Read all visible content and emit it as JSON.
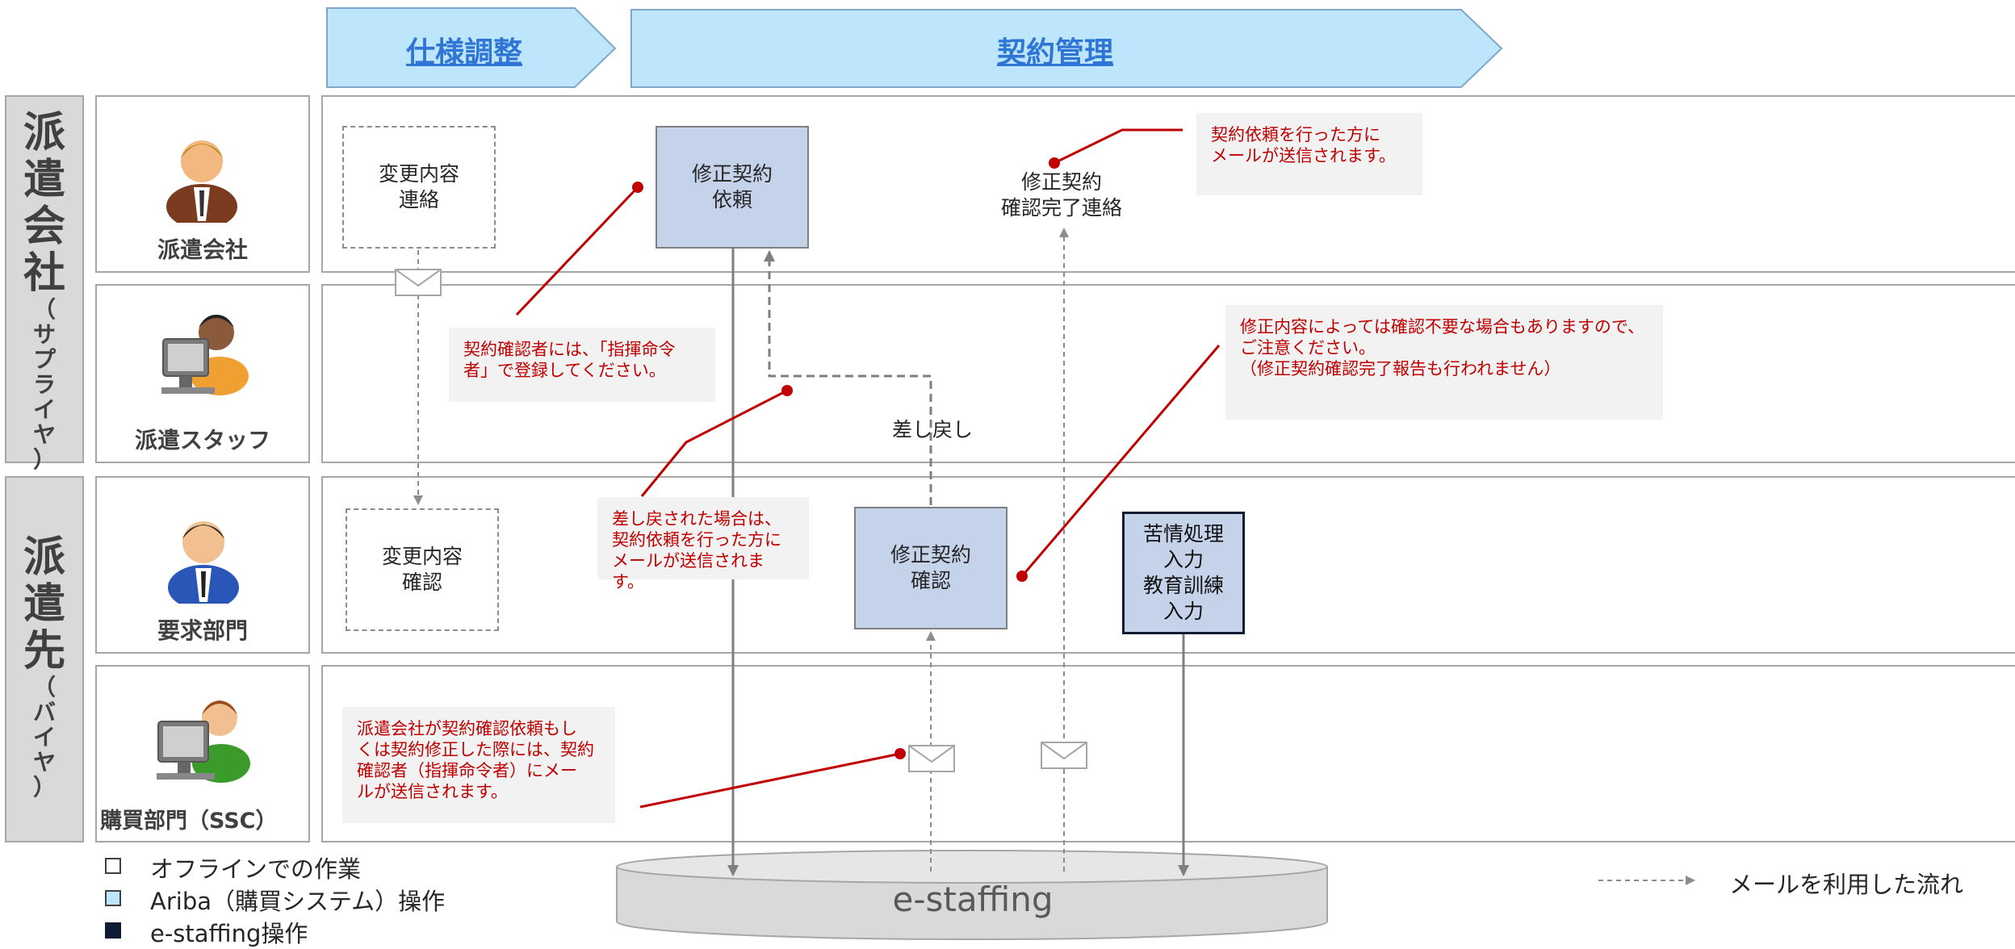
{
  "phases": [
    {
      "label": "仕様調整"
    },
    {
      "label": "契約管理"
    }
  ],
  "lanes": {
    "supplier": {
      "main": [
        "派",
        "遣",
        "会",
        "社"
      ],
      "sub": [
        "（",
        "サ",
        "プ",
        "ラ",
        "イ",
        "ヤ",
        "）"
      ]
    },
    "buyer": {
      "main": [
        "派",
        "遣",
        "先"
      ],
      "sub": [
        "（",
        "バ",
        "イ",
        "ヤ",
        "）"
      ]
    }
  },
  "actors": {
    "dispatch_company": "派遣会社",
    "dispatch_staff": "派遣スタッフ",
    "requesting_dept": "要求部門",
    "purchasing_dept": "購買部門（SSC）"
  },
  "boxes": {
    "change_contact": "変更内容\n連絡",
    "change_confirm": "変更内容\n確認",
    "revision_request": "修正契約\n依頼",
    "revision_confirm": "修正契約\n確認",
    "revision_complete": "修正契約\n確認完了連絡",
    "complaint": "苦情処理\n入力\n教育訓練\n入力",
    "return_label": "差し戻し",
    "system": "e-staffing"
  },
  "notes": {
    "note_request_sender": "契約依頼を行った方に\nメールが送信されます。",
    "note_commander": "契約確認者には、「指揮命令\n者」で登録してください。",
    "note_returned": "差し戻された場合は、\n契約依頼を行った方に\nメールが送信されます。",
    "note_unnecessary": "修正内容によっては確認不要な場合もありますので、\nご注意ください。\n（修正契約確認完了報告も行われません）",
    "note_mail_confirmer": "派遣会社が契約確認依頼もし\nくは契約修正した際には、契約\n確認者（指揮命令者）にメー\nルが送信されます。"
  },
  "legend": {
    "offline": "オフラインでの作業",
    "ariba": "Ariba（購買システム）操作",
    "estaffing": "e-staffing操作",
    "mail_flow": "メールを利用した流れ"
  },
  "colors": {
    "phase_fill": "#bde5fb",
    "box_fill": "#c5d3ea",
    "note_text": "#c00000",
    "lane_fill": "#d9d9d9"
  }
}
